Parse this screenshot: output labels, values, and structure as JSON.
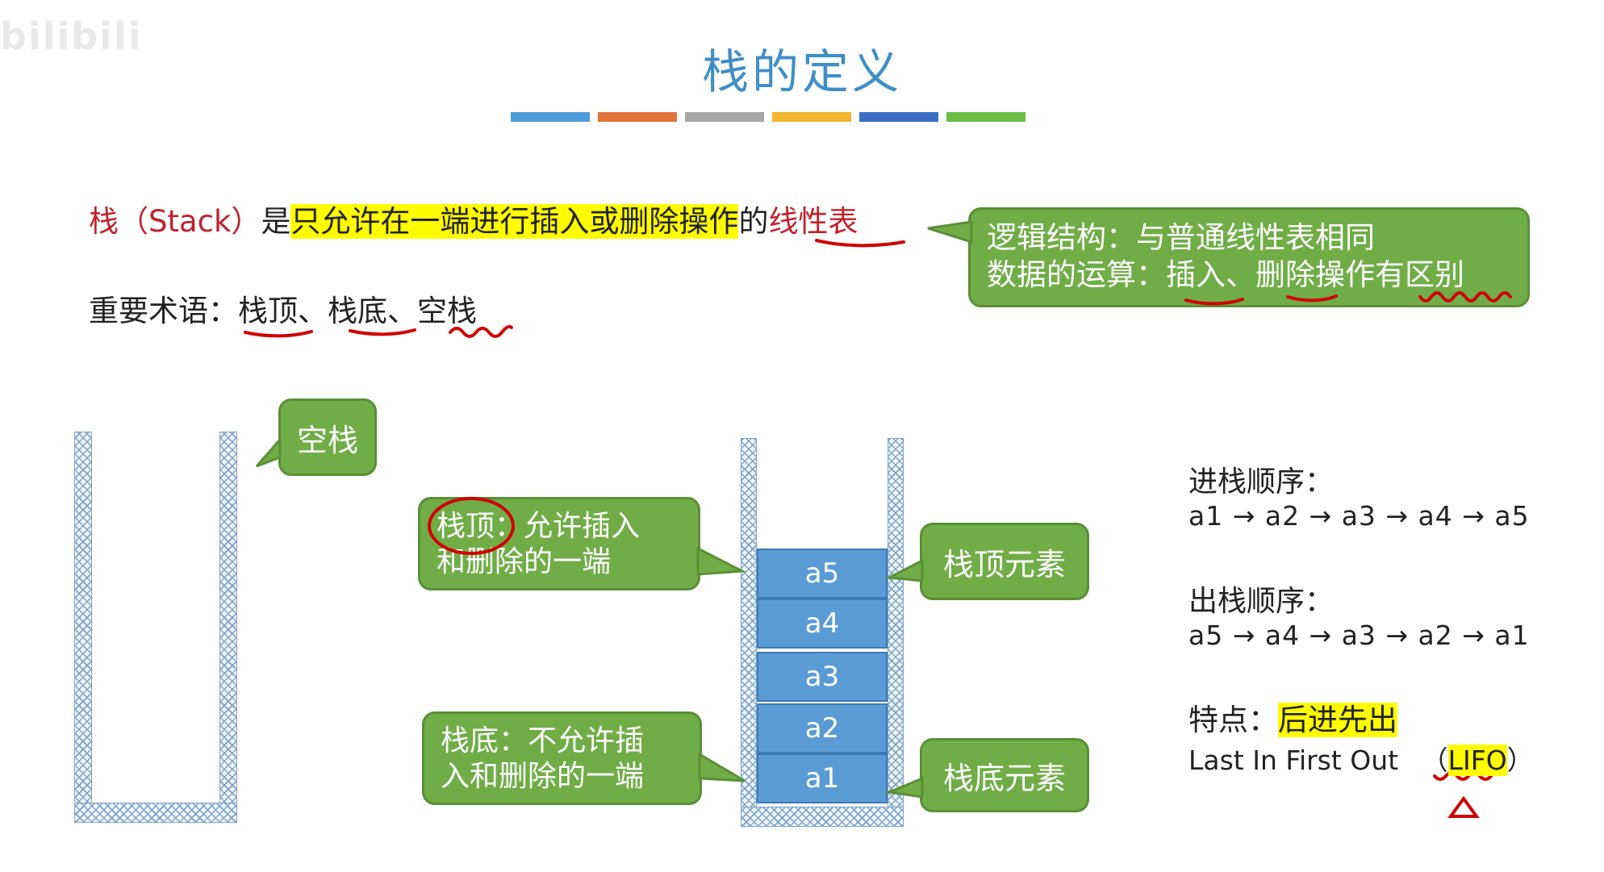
{
  "watermark": "bilibili",
  "title": "栈的定义",
  "bar_colors": [
    "#4a9bd8",
    "#e0733a",
    "#a6a6a6",
    "#f2b72f",
    "#3a6fc4",
    "#6bbd45"
  ],
  "definition": {
    "term": "栈（Stack）",
    "is": "是",
    "highlight": "只允许在一端进行插入或删除操作",
    "of": "的",
    "linear": "线性表"
  },
  "terms": {
    "label": "重要术语：",
    "top": "栈顶",
    "sep1": "、",
    "bottom": "栈底",
    "sep2": "、",
    "empty": "空栈"
  },
  "logic_callout": {
    "line1": "逻辑结构：与普通线性表相同",
    "line2_prefix": "数据的运算：",
    "insert": "插入",
    "sep": "、",
    "delete": "删除",
    "op": "操作",
    "diff": "有区别"
  },
  "empty_callout": "空栈",
  "top_callout": {
    "label": "栈顶",
    "rest": "：允许插入",
    "line2": "和删除的一端"
  },
  "bottom_callout": {
    "line1": "栈底：不允许插",
    "line2": "入和删除的一端"
  },
  "top_element_callout": "栈顶元素",
  "bottom_element_callout": "栈底元素",
  "stack_elements": [
    "a5",
    "a4",
    "a3",
    "a2",
    "a1"
  ],
  "push_order": {
    "label": "进栈顺序：",
    "sequence": "a1 → a2 → a3 → a4 → a5"
  },
  "pop_order": {
    "label": "出栈顺序：",
    "sequence": "a5 → a4 → a3 → a2 → a1"
  },
  "feature": {
    "label": "特点：",
    "value": "后进先出",
    "english": "Last In First Out",
    "paren_open": "（",
    "abbr": "LIFO",
    "paren_close": "）"
  },
  "colors": {
    "title": "#3f8fc6",
    "accent_red": "#c0212b",
    "highlight": "#fffb00",
    "callout_green": "#70ad47",
    "element_blue": "#5b9bd5"
  }
}
